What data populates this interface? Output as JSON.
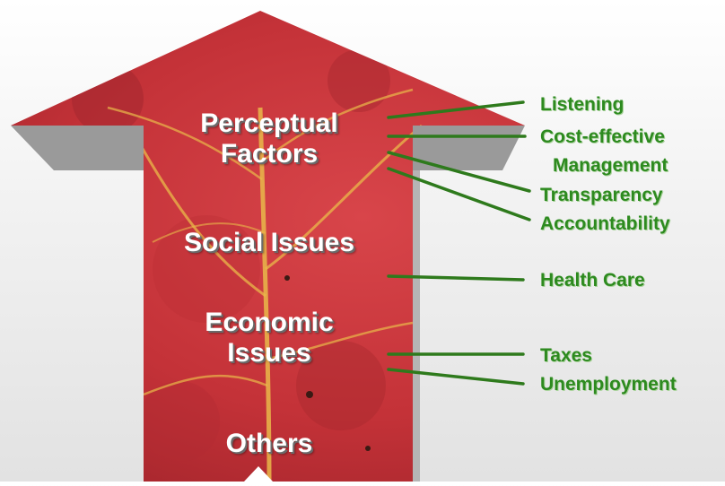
{
  "arrow": {
    "categories": [
      "Perceptual Factors",
      "Social Issues",
      "Economic Issues",
      "Others"
    ]
  },
  "perceptual": [
    "Listening",
    "Cost-effective",
    "Management",
    "Transparency",
    "Accountability"
  ],
  "social": [
    "Health Care"
  ],
  "economic": [
    "Taxes",
    "Unemployment"
  ],
  "colors": {
    "leaf": "#c9323a",
    "leaf_dark": "#8e1f28",
    "vein": "#e9b94a",
    "line": "#2e7a1c",
    "text_green": "#2d8a1f",
    "shadow": "#8f8f8f"
  }
}
